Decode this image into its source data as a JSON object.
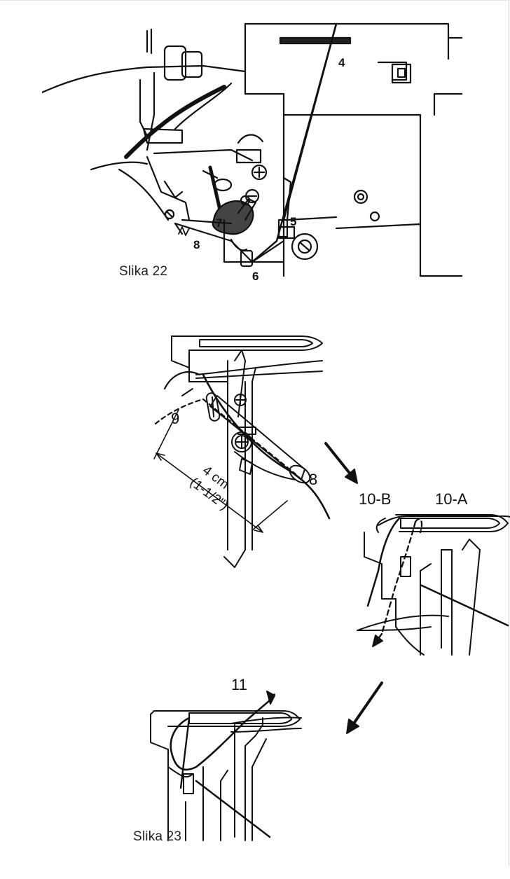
{
  "figure22": {
    "caption": "Slika 22",
    "labels": {
      "l4": "4",
      "l5": "5",
      "l6": "6",
      "l7": "7",
      "l8": "8"
    }
  },
  "figure23": {
    "caption": "Slika 23",
    "labels": {
      "l9": "9",
      "l8": "8",
      "l10a": "10-A",
      "l10b": "10-B",
      "l11": "11"
    },
    "measurement": {
      "metric": "4 cm",
      "imperial": "(1-1/2\")"
    }
  }
}
